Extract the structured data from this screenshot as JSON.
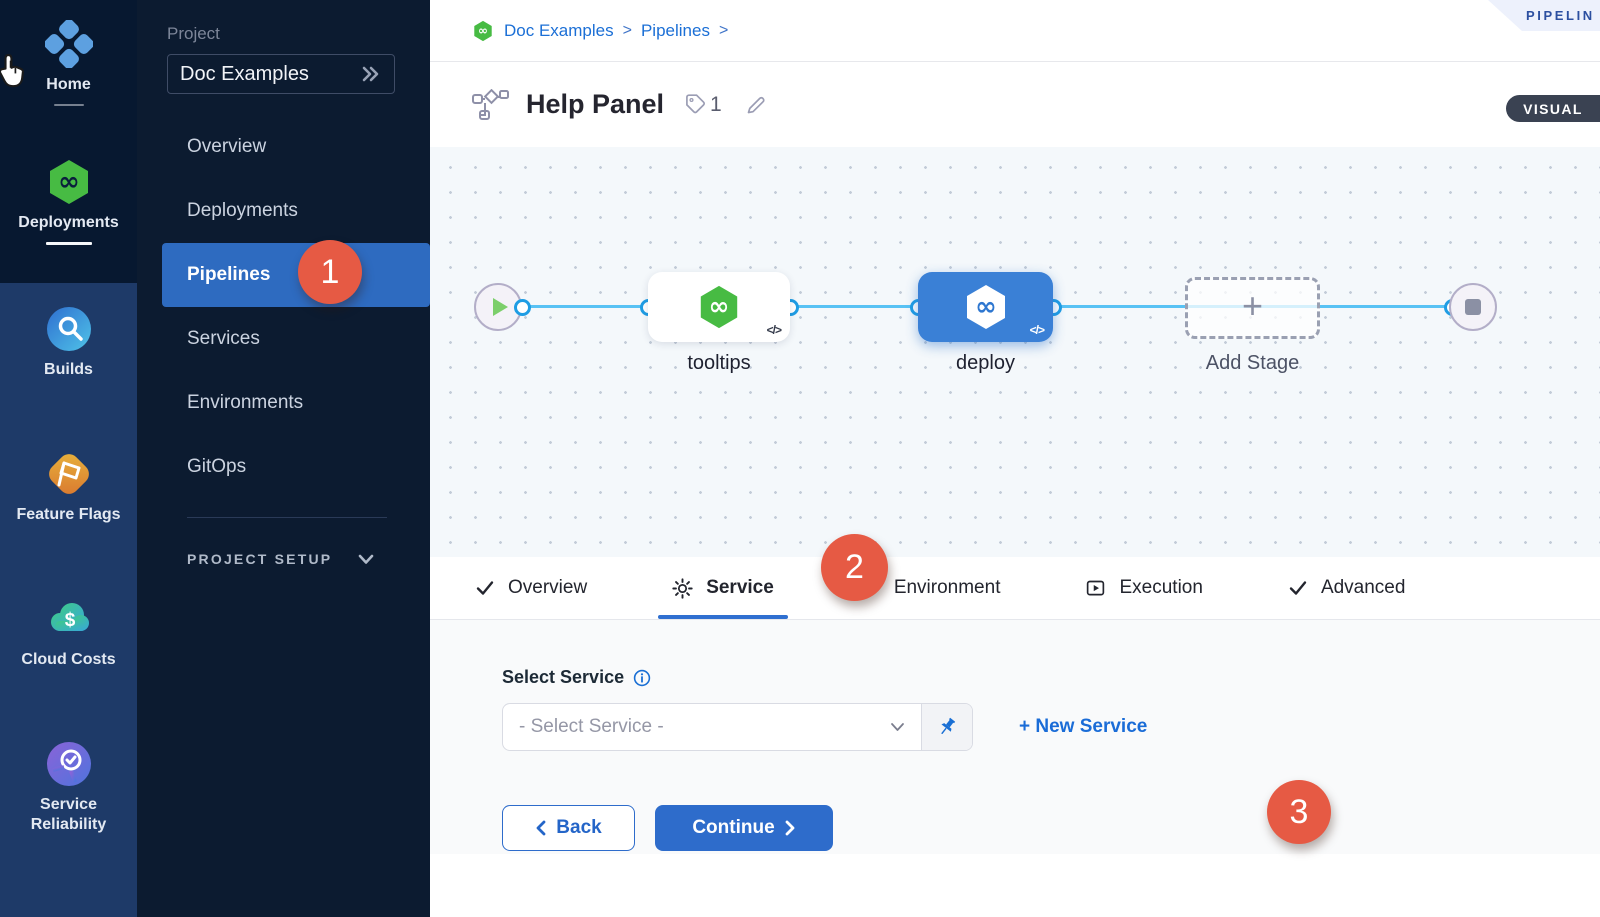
{
  "module_nav": {
    "items": [
      {
        "label": "Home"
      },
      {
        "label": "Deployments"
      },
      {
        "label": "Builds"
      },
      {
        "label": "Feature Flags"
      },
      {
        "label": "Cloud Costs"
      },
      {
        "label": "Service Reliability"
      }
    ]
  },
  "project_nav": {
    "section_label": "Project",
    "project_name": "Doc Examples",
    "items": [
      {
        "label": "Overview"
      },
      {
        "label": "Deployments"
      },
      {
        "label": "Pipelines",
        "selected": true
      },
      {
        "label": "Services"
      },
      {
        "label": "Environments"
      },
      {
        "label": "GitOps"
      }
    ],
    "footer_label": "PROJECT SETUP"
  },
  "breadcrumb": {
    "items": [
      {
        "label": "Doc Examples"
      },
      {
        "label": "Pipelines"
      }
    ],
    "separator": ">"
  },
  "ribbon": {
    "label": "PIPELIN"
  },
  "header": {
    "title": "Help Panel",
    "tag_count": "1",
    "mode_toggle_label": "VISUAL"
  },
  "canvas": {
    "stages": [
      {
        "label": "tooltips"
      },
      {
        "label": "deploy",
        "selected": true
      }
    ],
    "add_stage_label": "Add Stage",
    "code_glyph": "</>",
    "plus_glyph": "+"
  },
  "tabs": [
    {
      "label": "Overview"
    },
    {
      "label": "Service",
      "selected": true
    },
    {
      "label": "Environment"
    },
    {
      "label": "Execution"
    },
    {
      "label": "Advanced"
    }
  ],
  "annotations": {
    "step1": "1",
    "step2": "2",
    "step3": "3"
  },
  "form": {
    "label": "Select Service",
    "select_placeholder": "- Select Service -",
    "new_service_label": "+ New Service",
    "back_label": "Back",
    "continue_label": "Continue"
  },
  "colors": {
    "accent_blue": "#2e6ccb",
    "badge_red": "#e65a44",
    "node_blue": "#3a80d6",
    "harness_green": "#42b84a",
    "connector_blue": "#58c2f4",
    "sidebar_dark": "#071830",
    "sidebar_light": "#1e3a68",
    "project_sidebar_bg": "#0c1b30",
    "selected_row_blue": "#2e6bc0"
  }
}
